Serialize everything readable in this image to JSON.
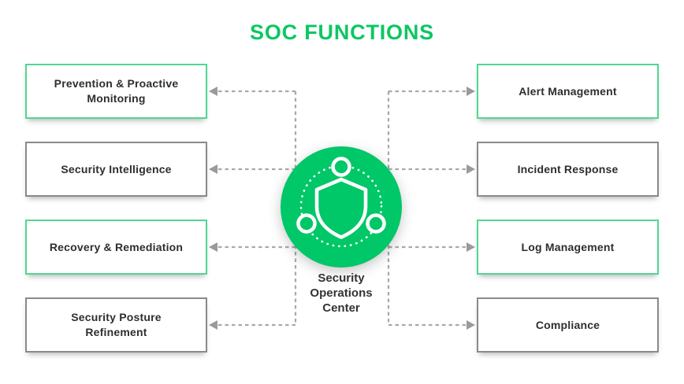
{
  "title": "SOC FUNCTIONS",
  "center": {
    "label": "Security Operations Center",
    "icon": "shield-network-icon"
  },
  "left_boxes": [
    {
      "label": "Prevention & Proactive Monitoring",
      "accent": "green"
    },
    {
      "label": "Security Intelligence",
      "accent": "gray"
    },
    {
      "label": "Recovery & Remediation",
      "accent": "green"
    },
    {
      "label": "Security Posture Refinement",
      "accent": "gray"
    }
  ],
  "right_boxes": [
    {
      "label": "Alert Management",
      "accent": "green"
    },
    {
      "label": "Incident Response",
      "accent": "gray"
    },
    {
      "label": "Log Management",
      "accent": "green"
    },
    {
      "label": "Compliance",
      "accent": "gray"
    }
  ],
  "colors": {
    "title_green": "#0cc763",
    "circle_green": "#00c767",
    "box_green_border": "#4fd891",
    "box_gray_border": "#8a8a8a",
    "connector_gray": "#a9a9a9",
    "arrow_gray": "#9a9a9a",
    "text_dark": "#2e2e2e"
  }
}
